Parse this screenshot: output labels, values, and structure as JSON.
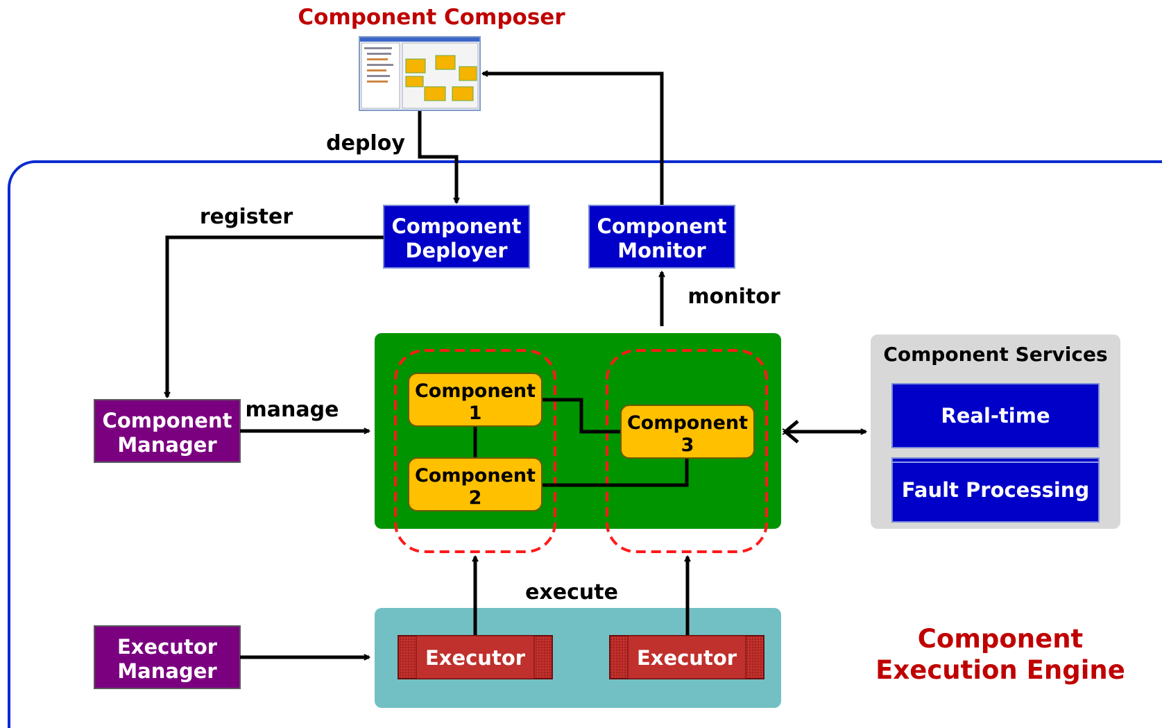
{
  "composer": {
    "title": "Component Composer",
    "thumbnail_icon": "component-composer-screenshot"
  },
  "engine": {
    "title_line1": "Component",
    "title_line2": "Execution Engine"
  },
  "edges": {
    "deploy": "deploy",
    "register": "register",
    "monitor": "monitor",
    "manage": "manage",
    "execute": "execute"
  },
  "nodes": {
    "deployer": {
      "line1": "Component",
      "line2": "Deployer"
    },
    "monitor": {
      "line1": "Component",
      "line2": "Monitor"
    },
    "manager": {
      "line1": "Component",
      "line2": "Manager"
    },
    "executor_manager": {
      "line1": "Executor",
      "line2": "Manager"
    },
    "component1": {
      "line1": "Component",
      "line2": "1"
    },
    "component2": {
      "line1": "Component",
      "line2": "2"
    },
    "component3": {
      "line1": "Component",
      "line2": "3"
    },
    "executor1": "Executor",
    "executor2": "Executor"
  },
  "services": {
    "title": "Component Services",
    "items": [
      "Real-time",
      "Fault Processing"
    ]
  },
  "colors": {
    "engine_border": "#0a2bd0",
    "blue_box": "#0000c8",
    "purple_box": "#7b0080",
    "green_area": "#009400",
    "teal_area": "#73c0c4",
    "component_box": "#ffc000",
    "executor_box": "#c0302c",
    "red_title": "#c00000",
    "dash": "#ff1a1a",
    "services_bg": "#d8d8d8"
  }
}
